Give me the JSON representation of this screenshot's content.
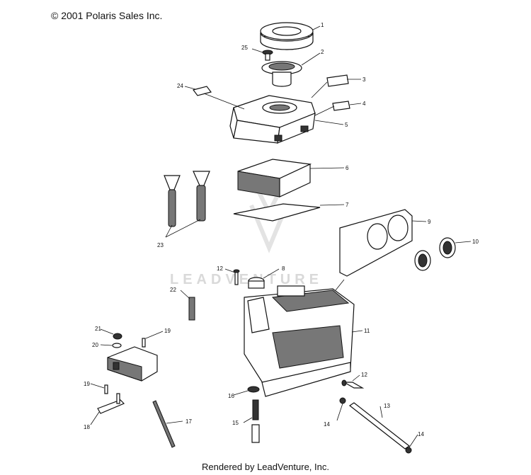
{
  "header": {
    "copyright": "© 2001 Polaris Sales Inc."
  },
  "footer": {
    "rendered_by": "Rendered by LeadVenture, Inc."
  },
  "watermark": {
    "text": "LEADVENTURE"
  },
  "callouts": [
    {
      "id": "1",
      "label": "1"
    },
    {
      "id": "2",
      "label": "2"
    },
    {
      "id": "3",
      "label": "3"
    },
    {
      "id": "4",
      "label": "4"
    },
    {
      "id": "5",
      "label": "5"
    },
    {
      "id": "6",
      "label": "6"
    },
    {
      "id": "7",
      "label": "7"
    },
    {
      "id": "8",
      "label": "8"
    },
    {
      "id": "9",
      "label": "9"
    },
    {
      "id": "10",
      "label": "10"
    },
    {
      "id": "11",
      "label": "11"
    },
    {
      "id": "12a",
      "label": "12"
    },
    {
      "id": "12b",
      "label": "12"
    },
    {
      "id": "13",
      "label": "13"
    },
    {
      "id": "14a",
      "label": "14"
    },
    {
      "id": "14b",
      "label": "14"
    },
    {
      "id": "15",
      "label": "15"
    },
    {
      "id": "16",
      "label": "16"
    },
    {
      "id": "17",
      "label": "17"
    },
    {
      "id": "18",
      "label": "18"
    },
    {
      "id": "19a",
      "label": "19"
    },
    {
      "id": "19b",
      "label": "19"
    },
    {
      "id": "20",
      "label": "20"
    },
    {
      "id": "21",
      "label": "21"
    },
    {
      "id": "22",
      "label": "22"
    },
    {
      "id": "23",
      "label": "23"
    },
    {
      "id": "24",
      "label": "24"
    },
    {
      "id": "25",
      "label": "25"
    }
  ]
}
